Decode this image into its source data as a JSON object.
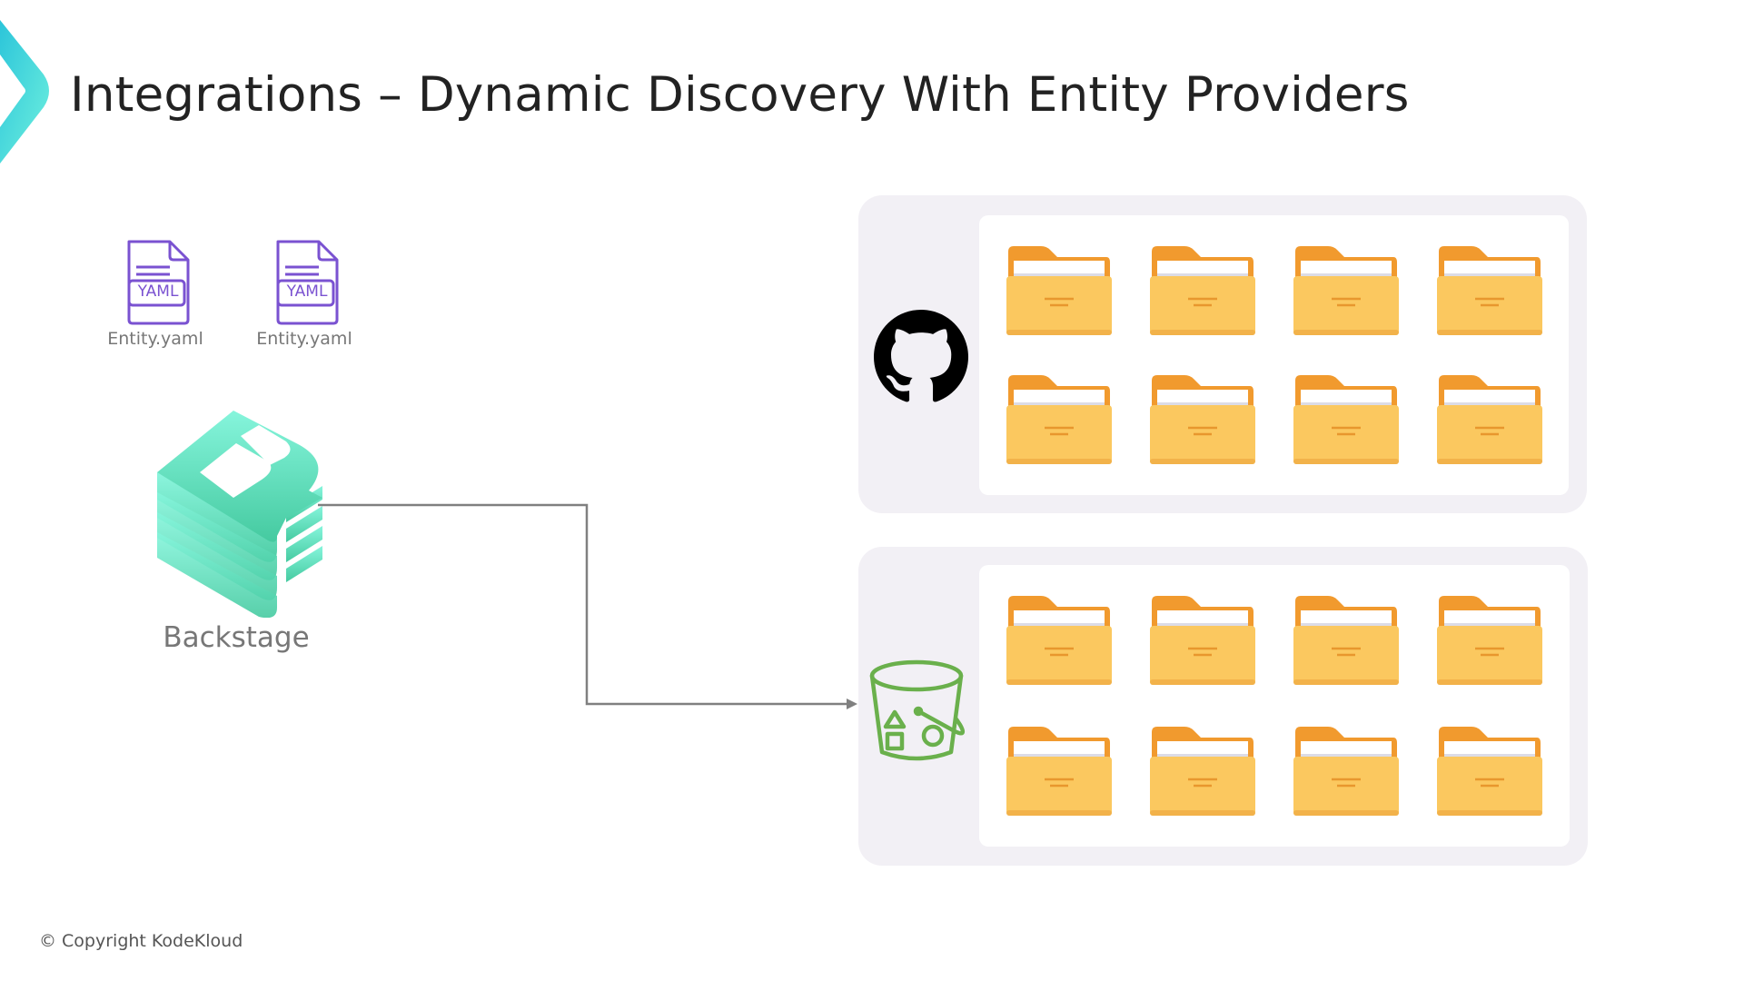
{
  "slide": {
    "title": "Integrations – Dynamic Discovery With Entity Providers",
    "accent_color": "#3fd6df",
    "copyright": "© Copyright KodeKloud"
  },
  "entity_files": [
    {
      "icon": "yaml-file-icon",
      "badge": "YAML",
      "label": "Entity.yaml"
    },
    {
      "icon": "yaml-file-icon",
      "badge": "YAML",
      "label": "Entity.yaml"
    }
  ],
  "backstage": {
    "icon": "backstage-logo",
    "label": "Backstage",
    "color": "#5ee0c0"
  },
  "connector": {
    "from": "backstage",
    "to": "storage-bucket-provider",
    "style": "elbow-arrow",
    "color": "#808080"
  },
  "providers": [
    {
      "name": "github",
      "icon": "github-icon",
      "folder_count": 8,
      "rows": 2,
      "cols": 4
    },
    {
      "name": "storage-bucket",
      "icon": "bucket-icon",
      "icon_color": "#6ab04c",
      "folder_count": 8,
      "rows": 2,
      "cols": 4
    }
  ],
  "folder_colors": {
    "body": "#fbc85f",
    "tab": "#f19a2e",
    "paper": "#ffffff"
  }
}
